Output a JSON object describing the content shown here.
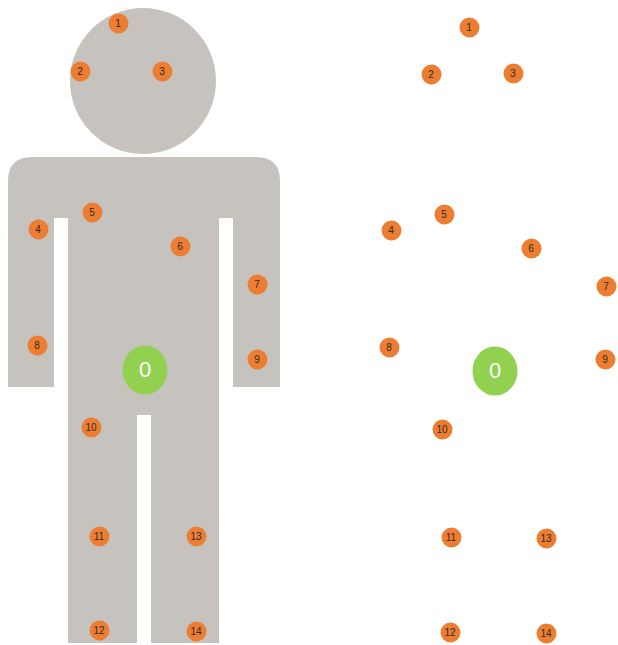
{
  "diagram": {
    "nodes": [
      {
        "text": [
          "1"
        ]
      },
      {
        "text": [
          "2"
        ]
      },
      {
        "text": [
          "3"
        ]
      },
      {
        "text": [
          "4"
        ]
      },
      {
        "text": [
          "5"
        ]
      },
      {
        "text": [
          "6"
        ]
      },
      {
        "text": [
          "7"
        ]
      },
      {
        "text": [
          "8"
        ]
      },
      {
        "text": [
          "9"
        ]
      },
      {
        "text": [
          "0"
        ]
      },
      {
        "text": [
          "10"
        ]
      },
      {
        "text": [
          "11"
        ]
      },
      {
        "text": [
          "13"
        ]
      },
      {
        "text": [
          "12"
        ]
      },
      {
        "text": [
          "14"
        ]
      },
      {
        "text": [
          "1"
        ]
      },
      {
        "text": [
          "2"
        ]
      },
      {
        "text": [
          "3"
        ]
      },
      {
        "text": [
          "4"
        ]
      },
      {
        "text": [
          "5"
        ]
      },
      {
        "text": [
          "6"
        ]
      },
      {
        "text": [
          "7"
        ]
      },
      {
        "text": [
          "8"
        ]
      },
      {
        "text": [
          "9"
        ]
      },
      {
        "text": [
          "0"
        ]
      },
      {
        "text": [
          "10"
        ]
      },
      {
        "text": [
          "11"
        ]
      },
      {
        "text": [
          "13"
        ]
      },
      {
        "text": [
          "12"
        ]
      },
      {
        "text": [
          "14"
        ]
      }
    ]
  }
}
